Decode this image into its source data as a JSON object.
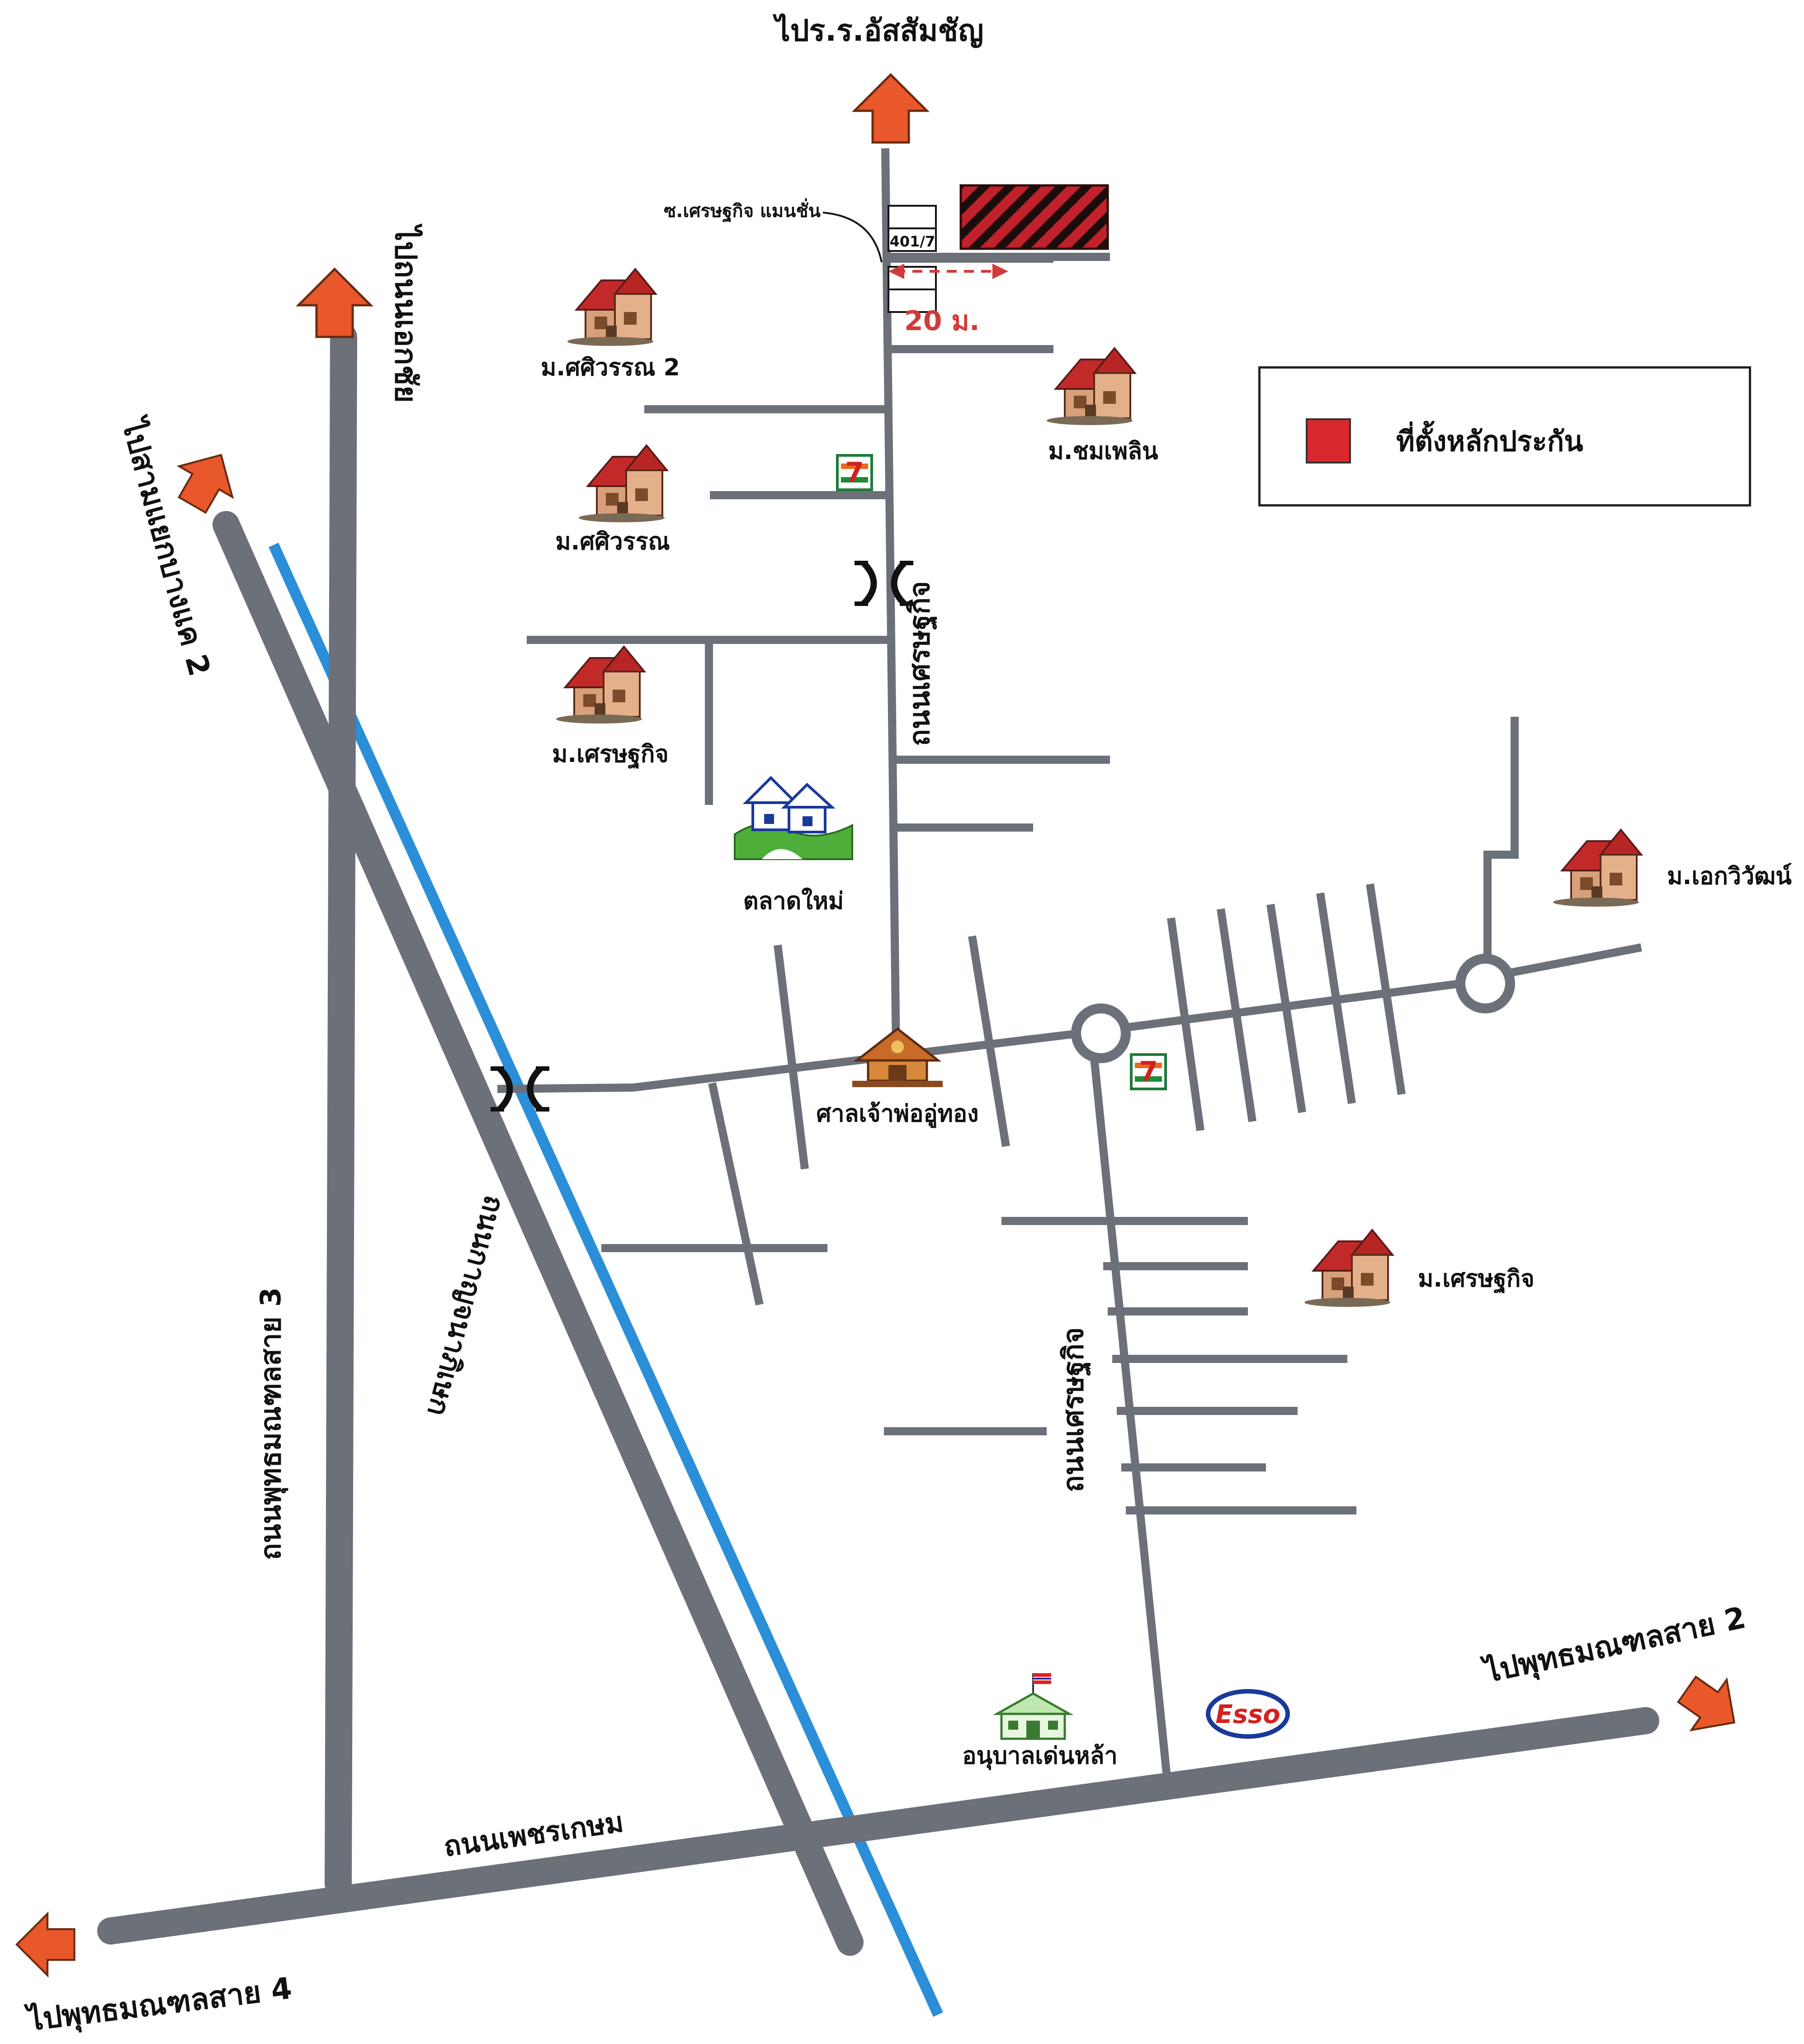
{
  "directions": {
    "top": "ไปร.ร.อัสสัมชัญ",
    "north_left": "ไปถนนเอกชัย",
    "northwest": "ไปสามแยกบางแค 2",
    "southeast": "ไปพุทธมณฑลสาย 2",
    "southwest": "ไปพุทธมณฑลสาย 4"
  },
  "roads": {
    "petchkasem": "ถนนเพชรเกษม",
    "kanchanaphisek": "ถนนกาญจนาภิเษก",
    "phutthamonthon_sai3": "ถนนพุทธมณฑลสาย 3",
    "setthakit_north": "ถนนเศรษฐกิจ",
    "setthakit_south": "ถนนเศรษฐกิจ"
  },
  "places": {
    "soi_label": "ซ.เศรษฐกิจ แมนชั่น",
    "house_number": "401/7",
    "distance": "20 ม.",
    "villages": {
      "sasiwan2": "ม.ศศิวรรณ 2",
      "sasiwan": "ม.ศศิวรรณ",
      "setthakit1": "ม.เศรษฐกิจ",
      "chomphloen": "ม.ชมเพลิน",
      "ekawiwat": "ม.เอกวิวัฒน์",
      "setthakit2": "ม.เศรษฐกิจ"
    },
    "market": "ตลาดใหม่",
    "shrine": "ศาลเจ้าพ่ออู่ทอง",
    "kindergarten": "อนุบาลเด่นหล้า",
    "esso": "Esso",
    "seven_eleven": "7"
  },
  "legend": {
    "label": "ที่ตั้งหลักประกัน"
  },
  "colors": {
    "road": "#6b7079",
    "canal": "#2a8fd8",
    "arrow": "#e8582a",
    "property": "#c0212b",
    "legend_swatch": "#d9272e",
    "distance_marker": "#d23a3a"
  }
}
